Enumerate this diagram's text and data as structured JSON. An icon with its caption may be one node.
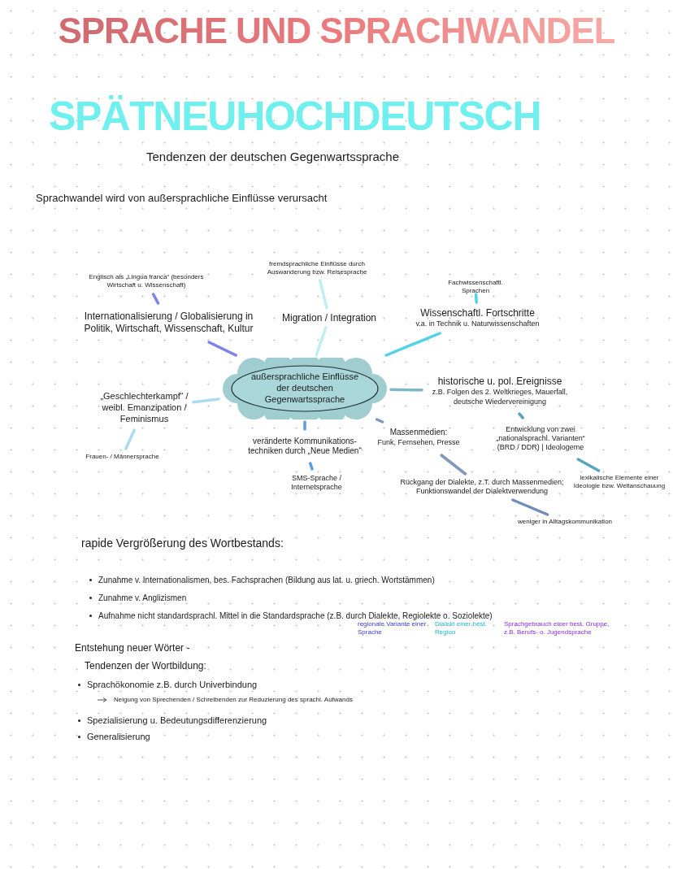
{
  "diagram": {
    "title": "SPRACHE UND SPRACHWANDEL",
    "nodes": [
      {
        "text": [
          "außersprachliche Einflüsse der deutschen Gegenwartssprache"
        ]
      },
      {
        "text": [
          "Englisch als „Lingua franca“ (besonders Wirtschaft u. Wissenschaft)"
        ]
      },
      {
        "text": [
          "Internationalisierung / Globalisierung in Politik, Wirtschaft, Wissenschaft, Kultur"
        ]
      },
      {
        "text": [
          "fremdsprachliche Einflüsse durch Auswanderung bzw. Reisesprache"
        ]
      },
      {
        "text": [
          "Migration / Integration"
        ]
      },
      {
        "text": [
          "Fachwissenschaftl. Sprachen"
        ]
      },
      {
        "text": [
          "Wissenschaftl. Fortschritte",
          "v.a. in Technik u. Naturwissenschaften"
        ]
      },
      {
        "text": [
          "„Geschlechterkampf“ / weibl. Emanzipation / Feminismus"
        ]
      },
      {
        "text": [
          "Frauen- / Männersprache"
        ]
      },
      {
        "text": [
          "historische u. pol. Ereignisse",
          "z.B. Folgen des 2. Weltkrieges, Mauerfall, deutsche Wiedervereinigung"
        ]
      },
      {
        "text": [
          "Entwicklung von zwei „nationalsprachl. Varianten“ (BRD / DDR) | Ideologeme"
        ]
      },
      {
        "text": [
          "lexikalische Elemente einer Ideologie bzw. Weltanschauung"
        ]
      },
      {
        "text": [
          "veränderte Kommunikations- techniken durch „Neue Medien“"
        ]
      },
      {
        "text": [
          "SMS-Sprache / Internetsprache"
        ]
      },
      {
        "text": [
          "Massenmedien:",
          "Funk, Fernsehen, Presse"
        ]
      },
      {
        "text": [
          "Rückgang der Dialekte, z.T. durch Massenmedien; Funktionswandel der Dialektverwendung"
        ]
      },
      {
        "text": [
          "weniger in Alltagskommunikation"
        ]
      }
    ],
    "edges": [
      {
        "from": 1,
        "to": 2,
        "arrow": "none",
        "color": "#7f7ff0"
      },
      {
        "from": 0,
        "to": 2,
        "arrow": "none",
        "color": "#7f7ff0"
      },
      {
        "from": 3,
        "to": 4,
        "arrow": "none",
        "color": "#bfeff2"
      },
      {
        "from": 0,
        "to": 4,
        "arrow": "none",
        "color": "#bfeff2"
      },
      {
        "from": 5,
        "to": 6,
        "arrow": "none",
        "color": "#4fd3e6"
      },
      {
        "from": 0,
        "to": 6,
        "arrow": "none",
        "color": "#4fd3e6"
      },
      {
        "from": 0,
        "to": 7,
        "arrow": "none",
        "color": "#a9dcef"
      },
      {
        "from": 7,
        "to": 8,
        "arrow": "none",
        "color": "#a9dcef"
      },
      {
        "from": 0,
        "to": 9,
        "arrow": "none",
        "color": "#7fb6c4"
      },
      {
        "from": 9,
        "to": 10,
        "arrow": "none",
        "color": "#5aa5bd"
      },
      {
        "from": 10,
        "to": 11,
        "arrow": "none",
        "color": "#5aa5bd"
      },
      {
        "from": 0,
        "to": 12,
        "arrow": "none",
        "color": "#5b9fe0"
      },
      {
        "from": 12,
        "to": 13,
        "arrow": "none",
        "color": "#5b9fe0"
      },
      {
        "from": 0,
        "to": 14,
        "arrow": "none",
        "color": "#7f98b8"
      },
      {
        "from": 14,
        "to": 15,
        "arrow": "none",
        "color": "#7f98b8"
      },
      {
        "from": 15,
        "to": 16,
        "arrow": "none",
        "color": "#6f8fb8"
      }
    ],
    "labels": [
      "SPÄTNEUHOCHDEUTSCH",
      "Tendenzen der deutschen Gegenwartssprache",
      "Sprachwandel wird von außersprachliche Einflüsse verursacht",
      "rapide Vergrößerung des Wortbestands:",
      "Zunahme v. Internationalismen, bes. Fachsprachen (Bildung aus lat. u. griech. Wortstämmen)",
      "Zunahme v. Anglizismen",
      "Aufnahme nicht standardsprachl. Mittel in die Standardsprache (z.B. durch Dialekte, Regiolekte o. Soziolekte)",
      "regionale Variante einer Sprache",
      "Dialekt einer best. Region",
      "Sprachgebrauch einer best. Gruppe, z.B. Berufs- o. Jugendsprache",
      "Entstehung neuer Wörter -",
      "Tendenzen der Wortbildung:",
      "Sprachökonomie z.B. durch Univerbindung",
      "Neigung von Sprechenden / Schreibenden zur Reduzierung des sprachl. Aufwands",
      "Spezialisierung u. Bedeutungsdifferenzierung",
      "Generalisierung"
    ]
  }
}
